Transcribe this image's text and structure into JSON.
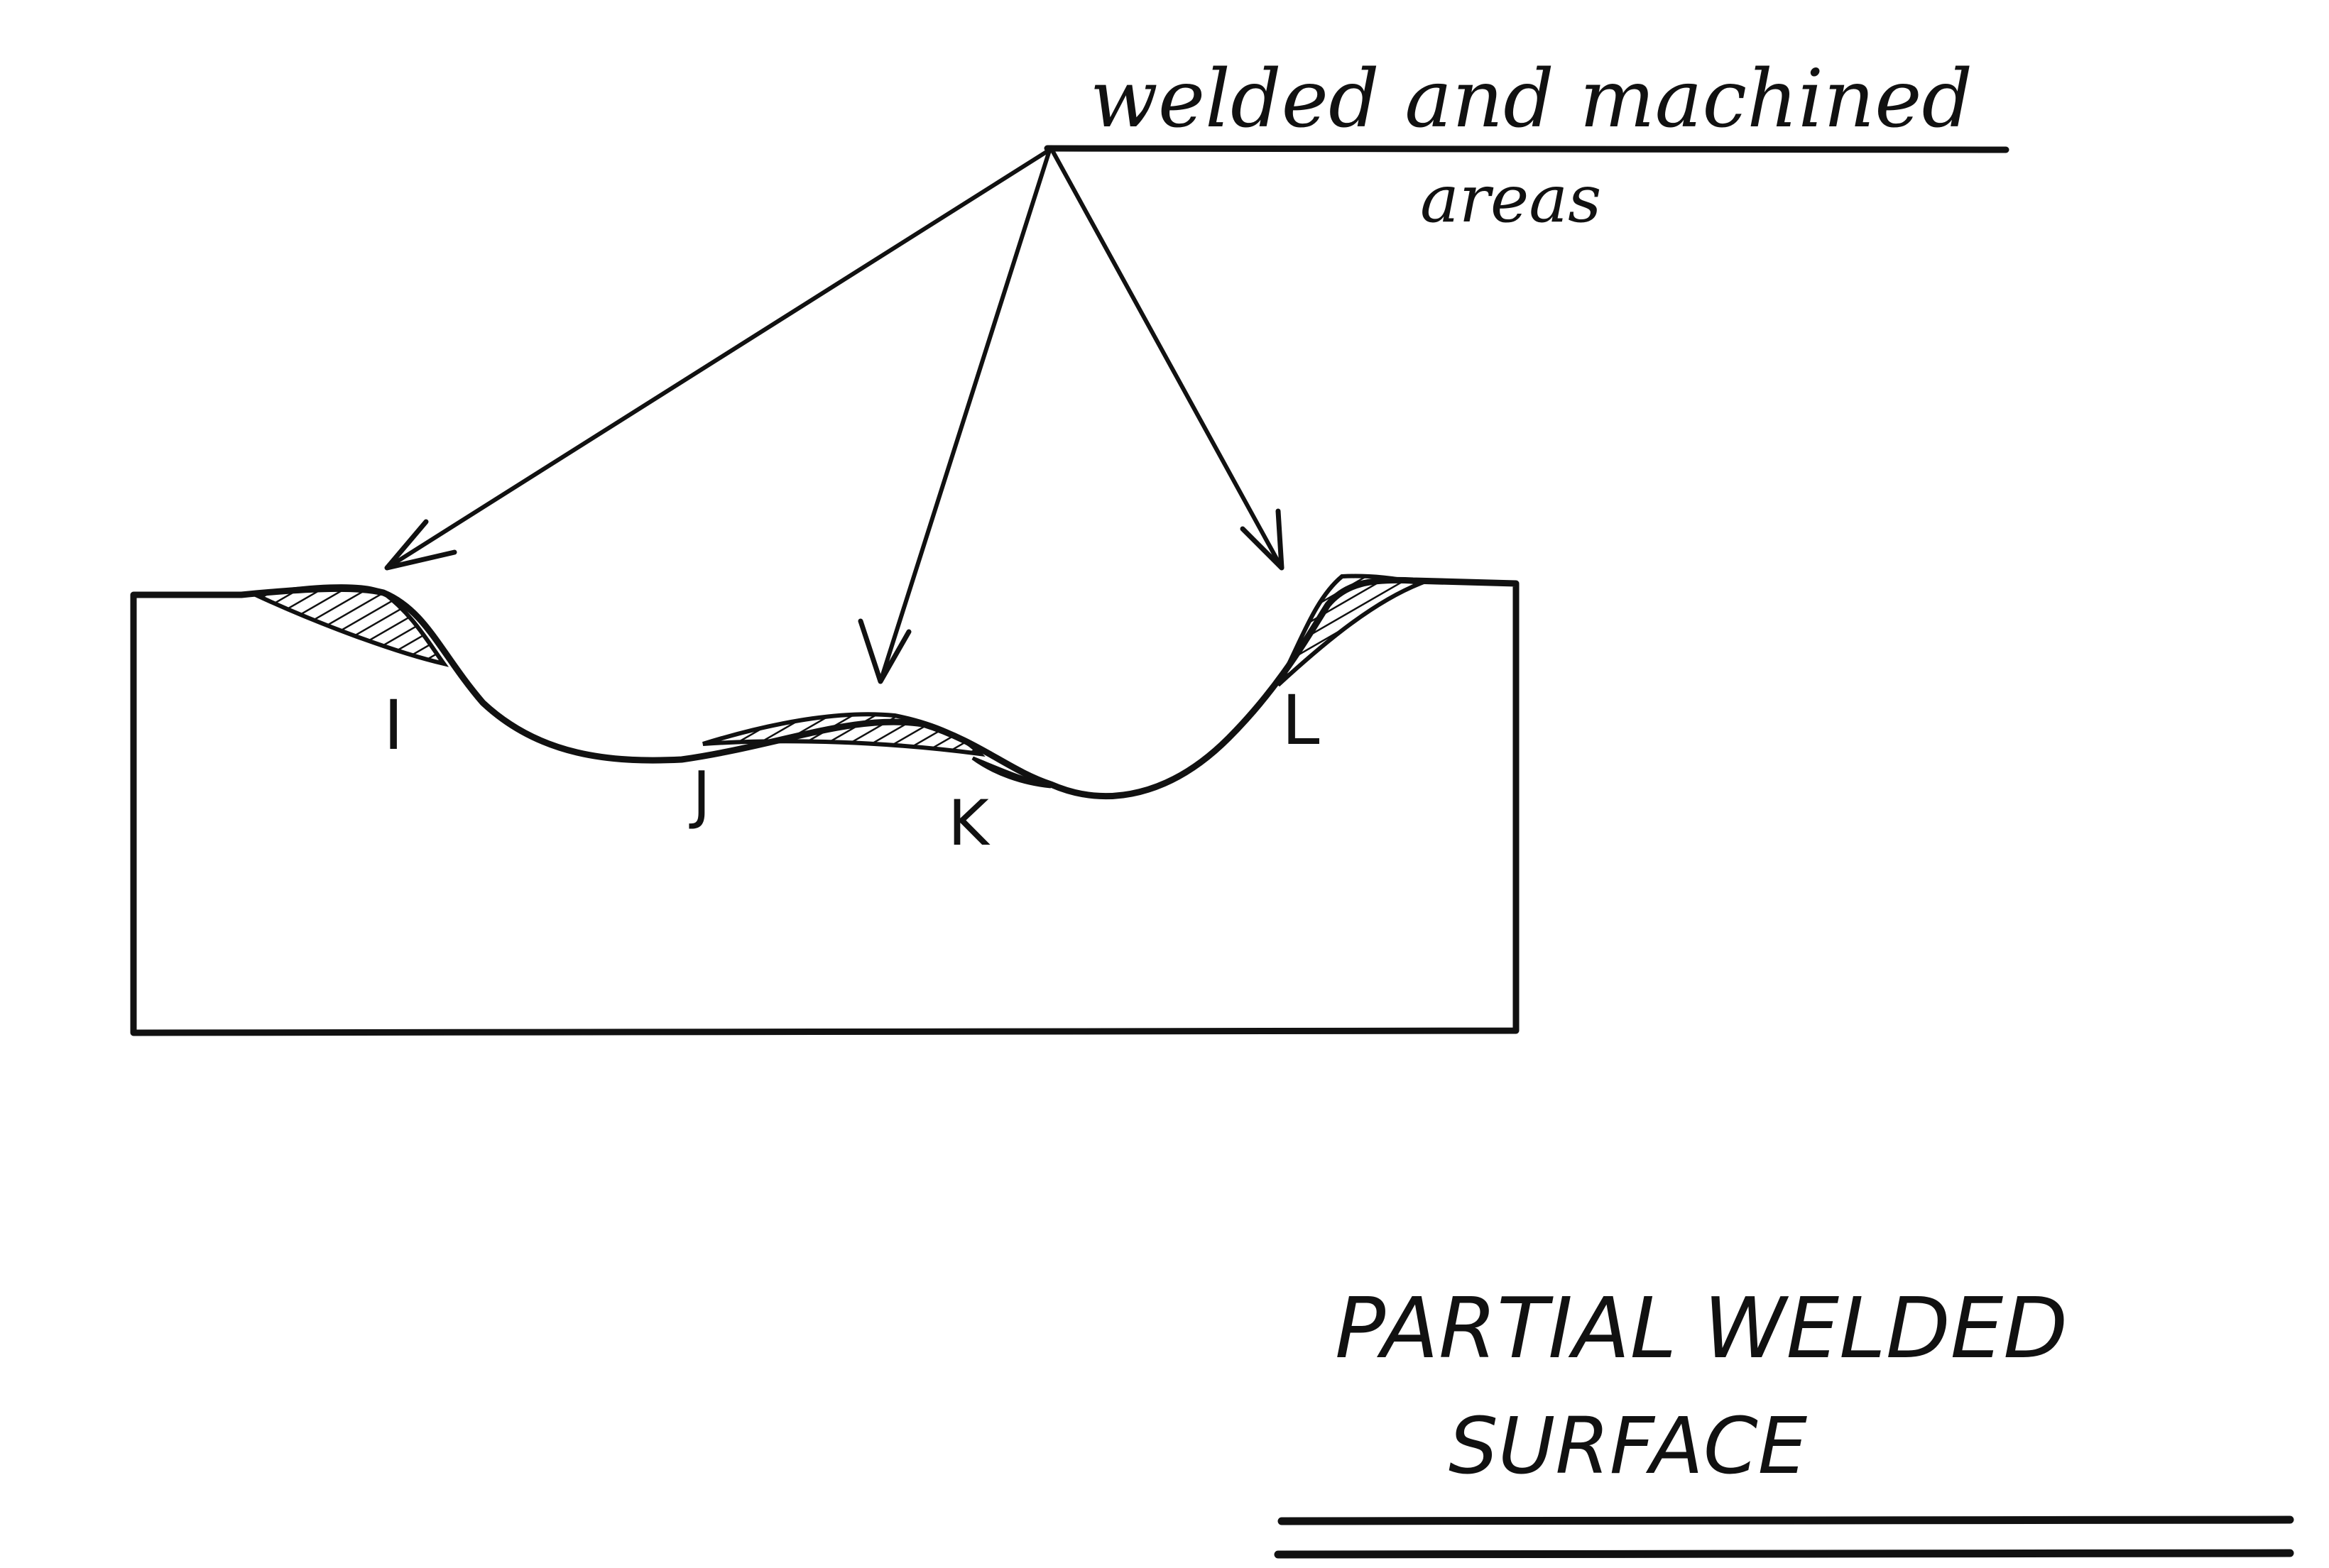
{
  "callout": {
    "line1": "welded and machined",
    "line2": "areas"
  },
  "labels": {
    "i": "I",
    "j": "J",
    "k": "K",
    "l": "L"
  },
  "title": {
    "line1": "PARTIAL WELDED",
    "line2": "SURFACE"
  }
}
